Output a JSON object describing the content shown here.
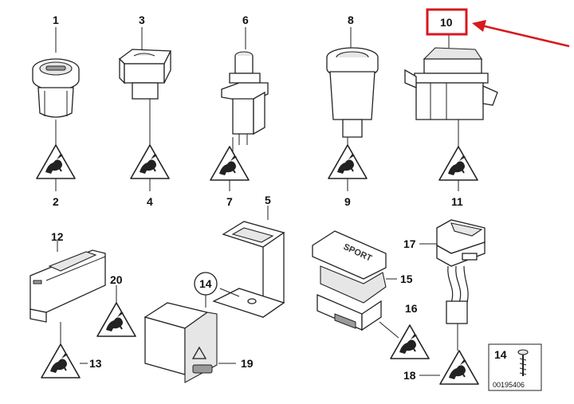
{
  "callouts": {
    "n1": "1",
    "n2": "2",
    "n3": "3",
    "n4": "4",
    "n5": "5",
    "n6": "6",
    "n7": "7",
    "n8": "8",
    "n9": "9",
    "n10": "10",
    "n11": "11",
    "n12": "12",
    "n13": "13",
    "n14": "14",
    "n14b": "14",
    "n15": "15",
    "n16": "16",
    "n17": "17",
    "n18": "18",
    "n19": "19",
    "n20": "20"
  },
  "button_text": {
    "sport": "SPORT"
  },
  "diagram_number": "00195406",
  "highlight": {
    "callout": "10",
    "color": "#d7191f"
  },
  "icons": {
    "warning": "warning-triangle-icon",
    "arrow": "red-arrow-icon"
  }
}
